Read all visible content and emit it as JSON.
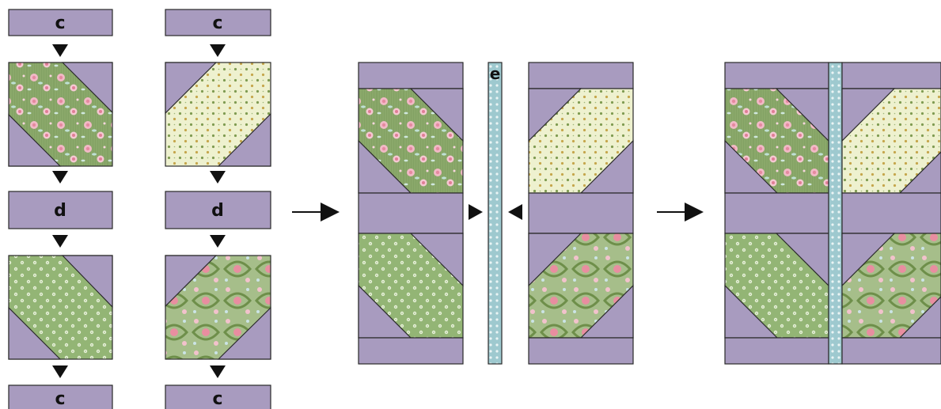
{
  "labels": {
    "c": "c",
    "d": "d",
    "e": "e"
  },
  "colors": {
    "purple": "#a89bbf",
    "stroke": "#2a2a2a",
    "green_rose": "#8aa86a",
    "green_dot": "#93b575",
    "cream_dot": "#e8ecc6",
    "paisley": "#9fb882",
    "sash": "#9ec9cf"
  },
  "steps": [
    "block-units",
    "add-sashing",
    "joined-block"
  ]
}
